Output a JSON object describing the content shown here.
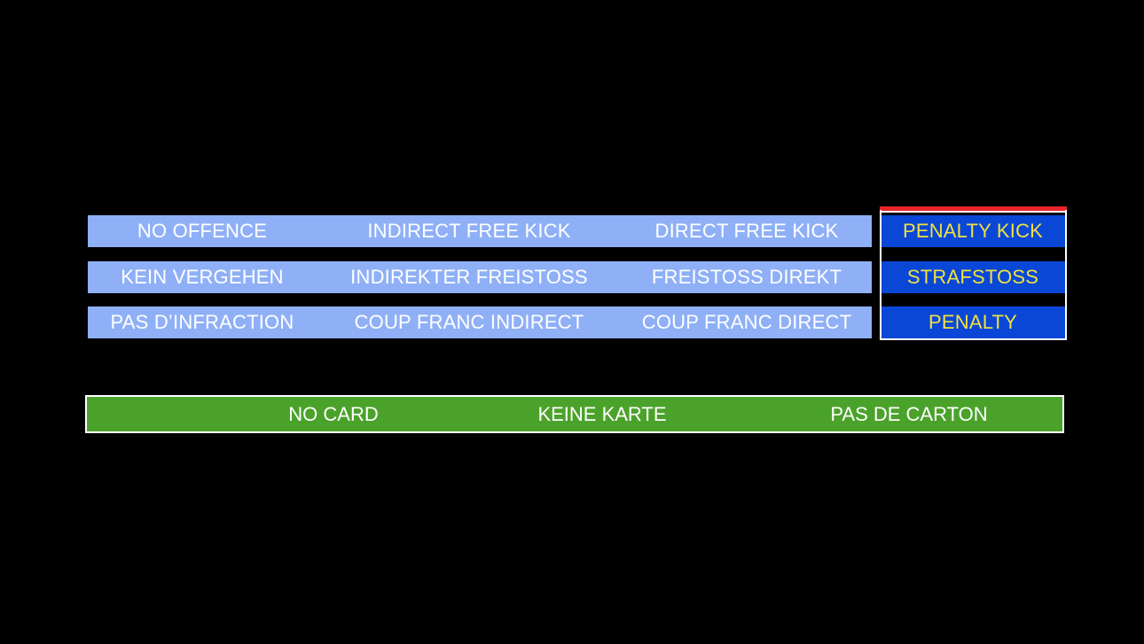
{
  "decision_table": {
    "rows": [
      {
        "language": "EN",
        "cells": [
          "NO OFFENCE",
          "INDIRECT FREE KICK",
          "DIRECT FREE KICK",
          "PENALTY KICK"
        ]
      },
      {
        "language": "DE",
        "cells": [
          "KEIN VERGEHEN",
          "INDIREKTER FREISTOSS",
          "FREISTOSS DIREKT",
          "STRAFSTOSS"
        ]
      },
      {
        "language": "FR",
        "cells": [
          "PAS D’INFRACTION",
          "COUP FRANC INDIRECT",
          "COUP FRANC DIRECT",
          "PENALTY"
        ]
      }
    ],
    "selected_column": 4
  },
  "card_option": {
    "labels": [
      "NO CARD",
      "KEINE KARTE",
      "PAS DE CARTON"
    ]
  },
  "colors": {
    "background": "#000000",
    "cell_light_blue": "#8fb0f7",
    "cell_selected_blue": "#0a47d6",
    "selected_text_yellow": "#f0e040",
    "selection_red": "#e8232a",
    "card_green": "#4ba22b"
  }
}
